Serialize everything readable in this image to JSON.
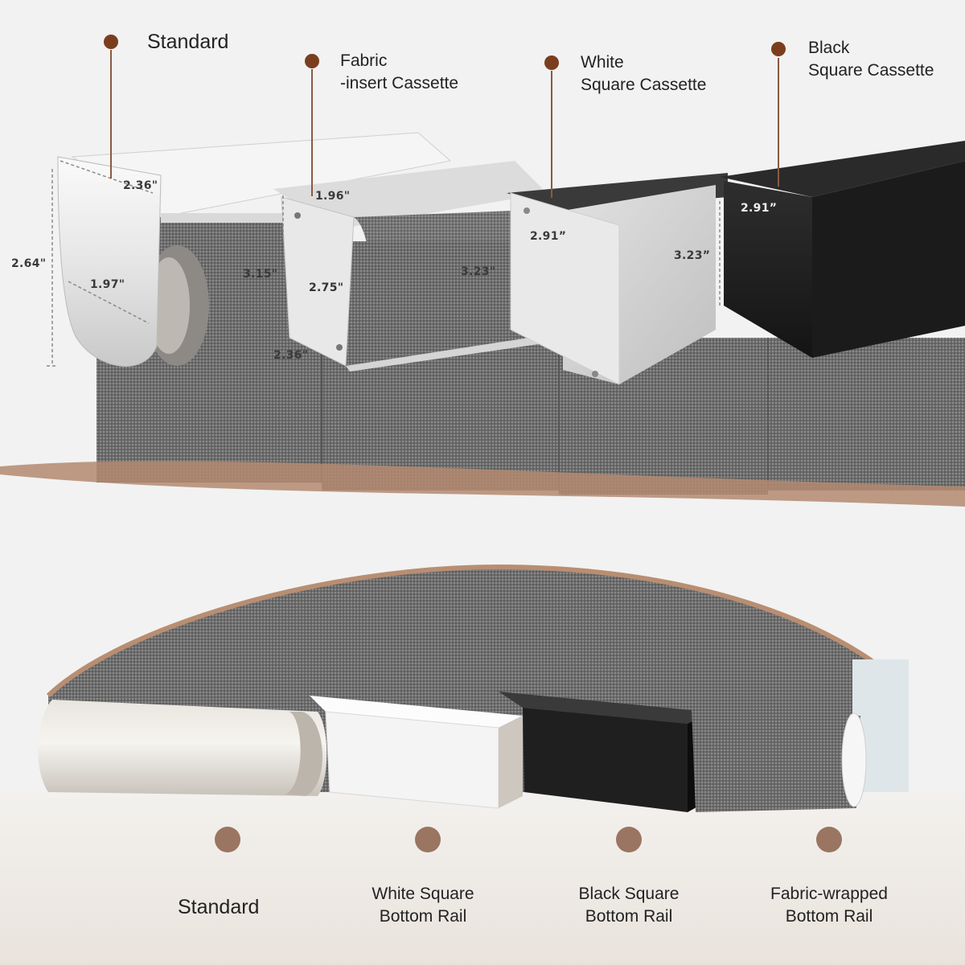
{
  "colors": {
    "accent": "#7a3e1d",
    "accent_soft": "#9a7561",
    "arc": "#b88e72",
    "fabric": "#6f6f6f",
    "black_rail": "#1f1f1f",
    "white_rail": "#f3f3f3"
  },
  "cassettes": [
    {
      "label": "Standard"
    },
    {
      "label": "Fabric\n-insert Cassette"
    },
    {
      "label": "White\nSquare Cassette"
    },
    {
      "label": "Black\nSquare Cassette"
    }
  ],
  "dimensions": {
    "standard_width": "2.36\"",
    "standard_height": "2.64\"",
    "standard_depth": "1.97\"",
    "fabric_top": "1.96\"",
    "fabric_left": "3.15\"",
    "fabric_front": "2.75\"",
    "fabric_bottom": "2.36\"",
    "white_left": "3.23\"",
    "white_front": "2.91”",
    "white_height": "3.23”",
    "black_top": "2.91”"
  },
  "bottom_rails": [
    {
      "label": "Standard"
    },
    {
      "label": "White Square\nBottom Rail"
    },
    {
      "label": "Black Square\nBottom Rail"
    },
    {
      "label": "Fabric-wrapped\nBottom Rail"
    }
  ]
}
